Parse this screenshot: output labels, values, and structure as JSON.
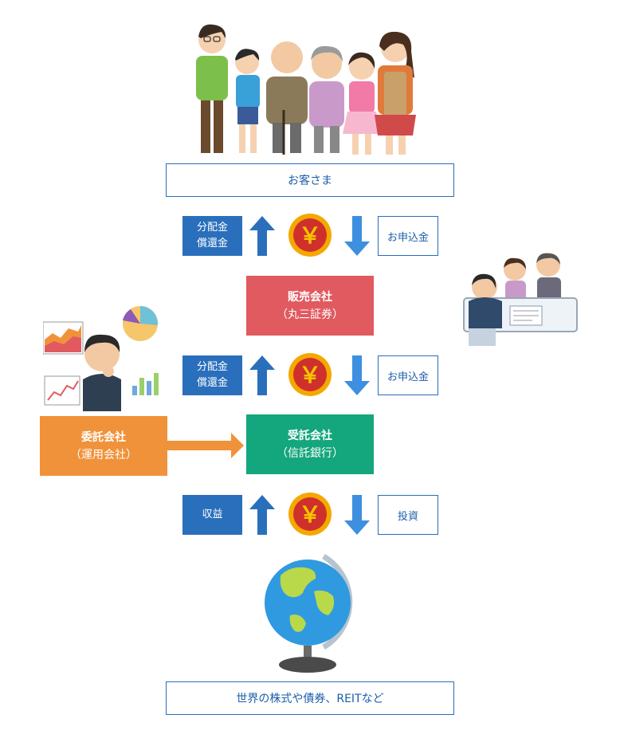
{
  "top_label": "お客さま",
  "bottom_label": "世界の株式や債券、REITなど",
  "row1": {
    "left_line1": "分配金",
    "left_line2": "償還金",
    "right": "お申込金"
  },
  "row2": {
    "left_line1": "分配金",
    "left_line2": "償還金",
    "right": "お申込金"
  },
  "row3": {
    "left": "収益",
    "right": "投資"
  },
  "sales_company": {
    "title": "販売会社",
    "subtitle": "（丸三証券）"
  },
  "trust_company": {
    "title": "受託会社",
    "subtitle": "（信託銀行）"
  },
  "consign_company": {
    "title": "委託会社",
    "subtitle": "（運用会社）"
  },
  "yen_symbol": "￥",
  "colors": {
    "blue": "#2a6fbb",
    "sales_red": "#e05a5f",
    "trust_green": "#14a67c",
    "consign_orange": "#f0923a",
    "yen_gold": "#f5a800",
    "yen_red": "#d0302b",
    "arrow_dark": "#2a6fbb",
    "arrow_light": "#3d8fe0"
  },
  "icons": [
    "family-illustration",
    "yen-coin-icon",
    "up-arrow-icon",
    "down-arrow-icon",
    "counter-staff-illustration",
    "thinking-man-illustration",
    "globe-illustration",
    "right-arrow-icon"
  ]
}
